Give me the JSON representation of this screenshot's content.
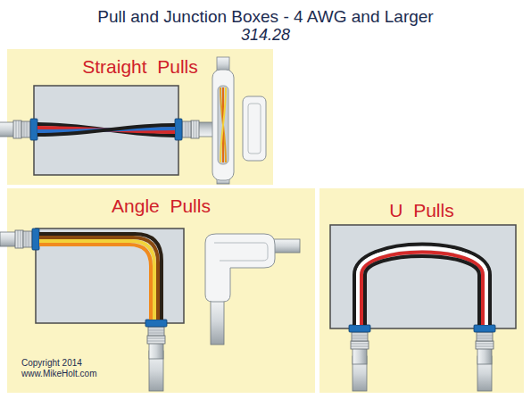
{
  "diagram": {
    "title": "Pull and Junction Boxes - 4 AWG and Larger",
    "nodes": [
      {
        "text": [
          "Straight  Pulls"
        ]
      },
      {
        "text": [
          "Angle  Pulls",
          "Copyright 2014 www.MikeHolt.com"
        ]
      },
      {
        "text": [
          "U  Pulls"
        ]
      }
    ],
    "labels": [
      "314.28"
    ]
  }
}
